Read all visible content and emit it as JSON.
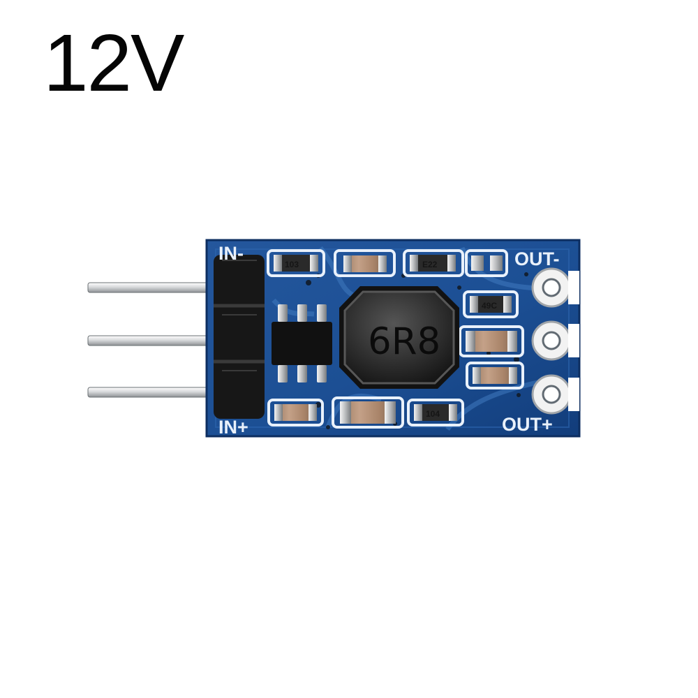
{
  "title": "12V",
  "board": {
    "labels": {
      "in_minus": "IN-",
      "in_plus": "IN+",
      "out_minus": "OUT-",
      "out_plus": "OUT+"
    },
    "components": {
      "inductor": "6R8",
      "resistor_top_left": "103",
      "resistor_top_right": "E22",
      "resistor_right": "49C",
      "resistor_bottom_right": "104"
    },
    "colors": {
      "pcb": "#1c4f94",
      "silkscreen": "#e9f1fb",
      "header": "#171717",
      "pins": "#d8dadc",
      "inductor": "#303030"
    },
    "icons": {
      "pcb": "dc-dc-boost-module",
      "header": "3-pin-male-header",
      "pads": "output-solder-pads"
    }
  }
}
